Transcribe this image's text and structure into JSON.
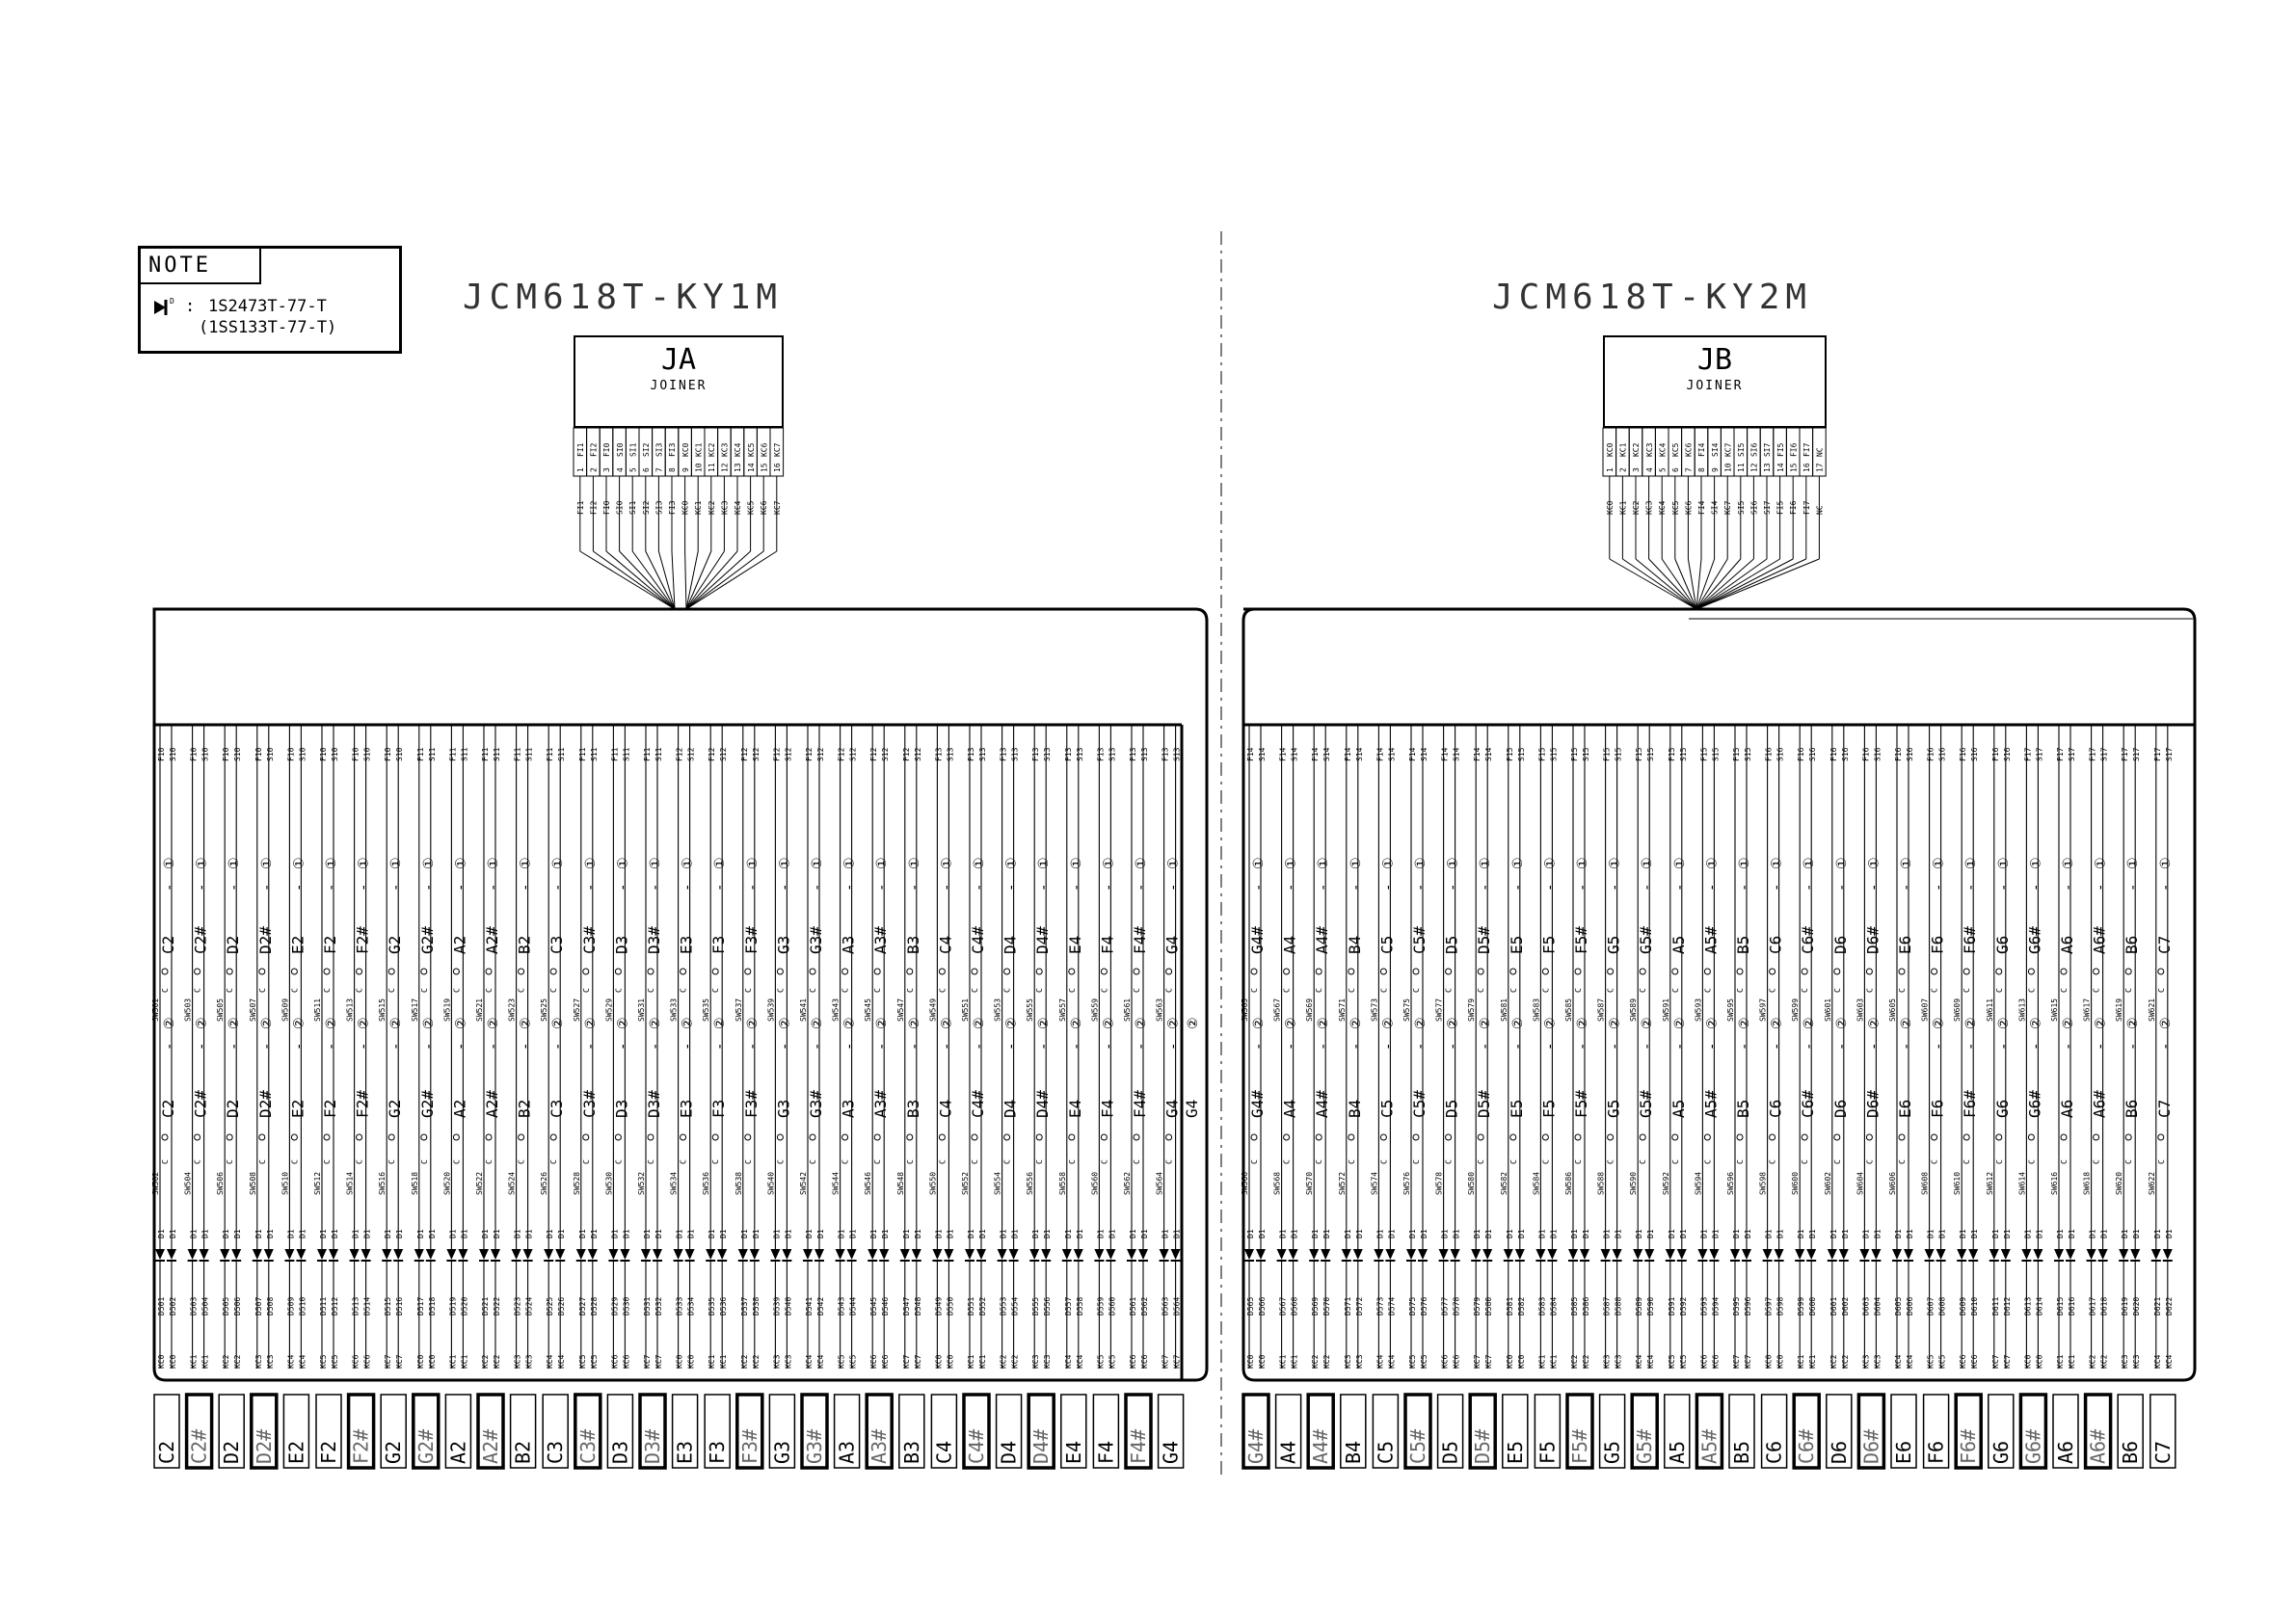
{
  "note": {
    "title": "NOTE",
    "diode_part": "1S2473T-77-T",
    "diode_alt": "(1SS133T-77-T)"
  },
  "left": {
    "model": "JCM618T-KY1M",
    "joiner_name": "JA",
    "joiner_label": "JOINER",
    "pin_numbers": [
      "1",
      "2",
      "3",
      "4",
      "5",
      "6",
      "7",
      "8",
      "9",
      "10",
      "11",
      "12",
      "13",
      "14",
      "15",
      "16"
    ],
    "pin_labels": [
      "FI1",
      "FI2",
      "FI0",
      "SI0",
      "SI1",
      "SI2",
      "SI3",
      "FI3",
      "KC0",
      "KC1",
      "KC2",
      "KC3",
      "KC4",
      "KC5",
      "KC6",
      "KC7"
    ],
    "keys": [
      "C2",
      "C2#",
      "D2",
      "D2#",
      "E2",
      "F2",
      "F2#",
      "G2",
      "G2#",
      "A2",
      "A2#",
      "B2",
      "C3",
      "C3#",
      "D3",
      "D3#",
      "E3",
      "F3",
      "F3#",
      "G3",
      "G3#",
      "A3",
      "A3#",
      "B3",
      "C4",
      "C4#",
      "D4",
      "D4#",
      "E4",
      "F4",
      "F4#",
      "G4"
    ],
    "footer_keys": [
      "C2",
      "C2#",
      "D2",
      "D2#",
      "E2",
      "F2",
      "F2#",
      "G2",
      "G2#",
      "A2",
      "A2#",
      "B2",
      "C3",
      "C3#",
      "D3",
      "D3#",
      "E3",
      "F3",
      "F3#",
      "G3",
      "G3#",
      "A3",
      "A3#",
      "B3",
      "C4",
      "C4#",
      "D4",
      "D4#",
      "E4",
      "F4",
      "F4#",
      "G4"
    ],
    "top_labels": [
      "F10",
      "S10",
      "F10",
      "S10",
      "F10",
      "S10",
      "F10",
      "S10",
      "F10",
      "S10",
      "F10",
      "S10",
      "F10",
      "S10",
      "F10",
      "S10",
      "F11",
      "S11",
      "F11",
      "S11",
      "F11",
      "S11",
      "F11",
      "S11",
      "F11",
      "S11",
      "F11",
      "S11",
      "F11",
      "S11",
      "F11",
      "S11",
      "F12",
      "S12",
      "F12",
      "S12",
      "F12",
      "S12",
      "F12",
      "S12",
      "F12",
      "S12",
      "F12",
      "S12",
      "F12",
      "S12",
      "F12",
      "S12",
      "F13",
      "S13",
      "F13",
      "S13",
      "F13",
      "S13",
      "F13",
      "S13",
      "F13",
      "S13",
      "F13",
      "S13",
      "F13",
      "S13",
      "F13",
      "S13"
    ],
    "bottom_labels": [
      "KC0",
      "KC0",
      "KC1",
      "KC1",
      "KC2",
      "KC2",
      "KC3",
      "KC3",
      "KC4",
      "KC4",
      "KC5",
      "KC5",
      "KC6",
      "KC6",
      "KC7",
      "KC7",
      "KC0",
      "KC0",
      "KC1",
      "KC1",
      "KC2",
      "KC2",
      "KC3",
      "KC3",
      "KC4",
      "KC4",
      "KC5",
      "KC5",
      "KC6",
      "KC6",
      "KC7",
      "KC7",
      "KC0",
      "KC0",
      "KC1",
      "KC1",
      "KC2",
      "KC2",
      "KC3",
      "KC3",
      "KC4",
      "KC4",
      "KC5",
      "KC5",
      "KC6",
      "KC6",
      "KC7",
      "KC7",
      "KC0",
      "KC0",
      "KC1",
      "KC1",
      "KC2",
      "KC2",
      "KC3",
      "KC3",
      "KC4",
      "KC4",
      "KC5",
      "KC5",
      "KC6",
      "KC6",
      "KC7",
      "KC7"
    ],
    "sw_start": 501,
    "d_start": 501,
    "extra_bottom_key": "G4"
  },
  "right": {
    "model": "JCM618T-KY2M",
    "joiner_name": "JB",
    "joiner_label": "JOINER",
    "pin_numbers": [
      "1",
      "2",
      "3",
      "4",
      "5",
      "6",
      "7",
      "8",
      "9",
      "10",
      "11",
      "12",
      "13",
      "14",
      "15",
      "16",
      "17"
    ],
    "pin_labels": [
      "KC0",
      "KC1",
      "KC2",
      "KC3",
      "KC4",
      "KC5",
      "KC6",
      "FI4",
      "SI4",
      "KC7",
      "SI5",
      "SI6",
      "SI7",
      "FI5",
      "FI6",
      "FI7",
      "NC"
    ],
    "keys": [
      "G4#",
      "A4",
      "A4#",
      "B4",
      "C5",
      "C5#",
      "D5",
      "D5#",
      "E5",
      "F5",
      "F5#",
      "G5",
      "G5#",
      "A5",
      "A5#",
      "B5",
      "C6",
      "C6#",
      "D6",
      "D6#",
      "E6",
      "F6",
      "F6#",
      "G6",
      "G6#",
      "A6",
      "A6#",
      "B6",
      "C7"
    ],
    "footer_keys": [
      "G4#",
      "A4",
      "A4#",
      "B4",
      "C5",
      "C5#",
      "D5",
      "D5#",
      "E5",
      "F5",
      "F5#",
      "G5",
      "G5#",
      "A5",
      "A5#",
      "B5",
      "C6",
      "C6#",
      "D6",
      "D6#",
      "E6",
      "F6",
      "F6#",
      "G6",
      "G6#",
      "A6",
      "A6#",
      "B6",
      "C7"
    ],
    "top_labels": [
      "F14",
      "S14",
      "F14",
      "S14",
      "F14",
      "S14",
      "F14",
      "S14",
      "F14",
      "S14",
      "F14",
      "S14",
      "F14",
      "S14",
      "F14",
      "S14",
      "F15",
      "S15",
      "F15",
      "S15",
      "F15",
      "S15",
      "F15",
      "S15",
      "F15",
      "S15",
      "F15",
      "S15",
      "F15",
      "S15",
      "F15",
      "S15",
      "F16",
      "S16",
      "F16",
      "S16",
      "F16",
      "S16",
      "F16",
      "S16",
      "F16",
      "S16",
      "F16",
      "S16",
      "F16",
      "S16",
      "F16",
      "S16",
      "F17",
      "S17",
      "F17",
      "S17",
      "F17",
      "S17",
      "F17",
      "S17",
      "F17",
      "S17"
    ],
    "bottom_labels": [
      "KC0",
      "KC0",
      "KC1",
      "KC1",
      "KC2",
      "KC2",
      "KC3",
      "KC3",
      "KC4",
      "KC4",
      "KC5",
      "KC5",
      "KC6",
      "KC6",
      "KC7",
      "KC7",
      "KC0",
      "KC0",
      "KC1",
      "KC1",
      "KC2",
      "KC2",
      "KC3",
      "KC3",
      "KC4",
      "KC4",
      "KC5",
      "KC5",
      "KC6",
      "KC6",
      "KC7",
      "KC7",
      "KC0",
      "KC0",
      "KC1",
      "KC1",
      "KC2",
      "KC2",
      "KC3",
      "KC3",
      "KC4",
      "KC4",
      "KC5",
      "KC5",
      "KC6",
      "KC6",
      "KC7",
      "KC7",
      "KC0",
      "KC0",
      "KC1",
      "KC1",
      "KC2",
      "KC2",
      "KC3",
      "KC3",
      "KC4",
      "KC4"
    ],
    "sw_start": 565,
    "d_start": 565
  },
  "symbols": {
    "contact1": "①",
    "contact2": "②",
    "dash": "-",
    "d1": "D1",
    "c": "C"
  },
  "colors": {
    "ink": "#000000",
    "background": "#ffffff"
  }
}
